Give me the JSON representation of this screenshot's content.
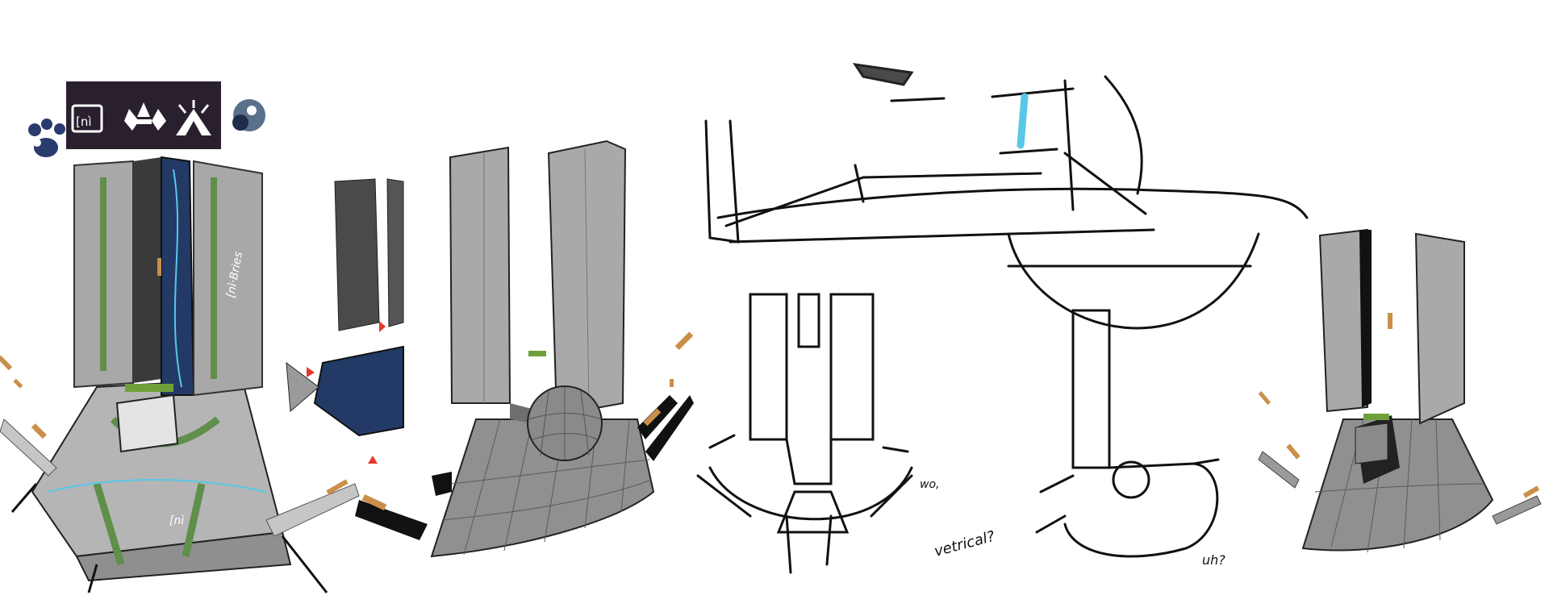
{
  "logo_panel": {
    "background": "#2a1f2d",
    "badge_text": "[nì",
    "icons": [
      "grid-glyph-icon",
      "ship-emblem-icon",
      "burst-emblem-icon"
    ]
  },
  "emblems": [
    "paw-print-icon",
    "orb-icon"
  ],
  "colors": {
    "panel_gray": "#a8a8a8",
    "panel_dark": "#3a3a3a",
    "accent_green": "#5f8f4a",
    "accent_cyan": "#58c8e6",
    "accent_navy": "#233a66",
    "accent_orange": "#c9904a",
    "line": "#111111"
  },
  "annotations": {
    "tower_label": "[nì·Bries",
    "base_label": "[nì",
    "note_vertical": "vetrical?",
    "note_uh": "uh?",
    "note_wo": "wo,"
  }
}
